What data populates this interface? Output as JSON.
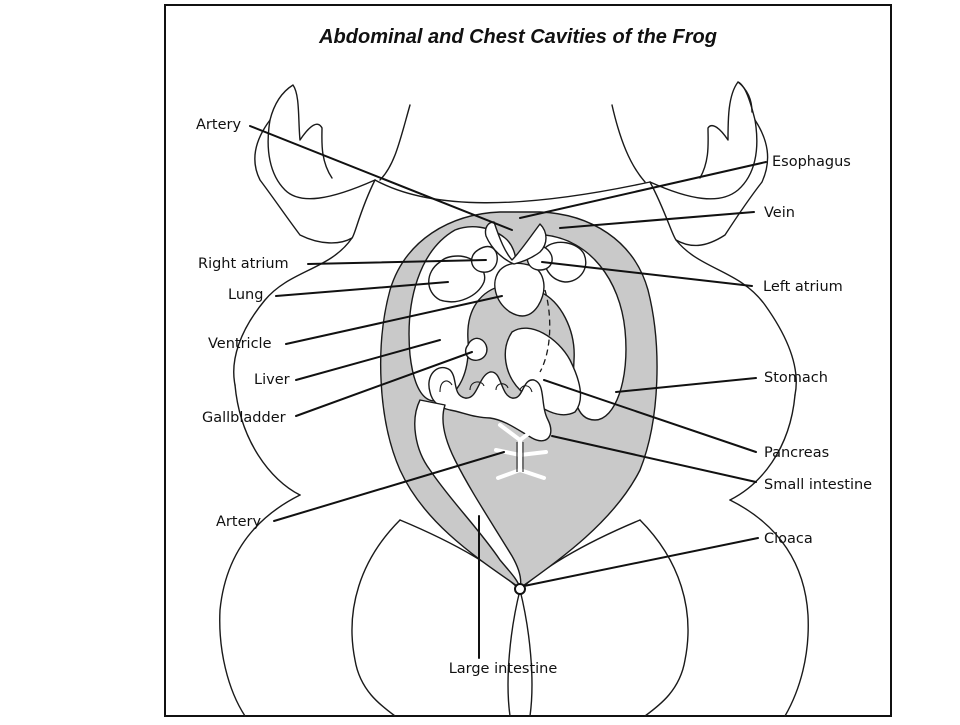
{
  "diagram": {
    "title": "Abdominal and Chest Cavities of the Frog",
    "colors": {
      "cavity_fill": "#c9c9c9",
      "line": "#1a1a1a",
      "background": "#ffffff"
    },
    "labels_left": {
      "artery_top": "Artery",
      "right_atrium": "Right atrium",
      "lung": "Lung",
      "ventricle": "Ventricle",
      "liver": "Liver",
      "gallbladder": "Gallbladder",
      "artery_bottom": "Artery"
    },
    "labels_right": {
      "esophagus": "Esophagus",
      "vein": "Vein",
      "left_atrium": "Left atrium",
      "stomach": "Stomach",
      "pancreas": "Pancreas",
      "small_intestine": "Small intestine",
      "cloaca": "Cloaca"
    },
    "labels_bottom": {
      "large_intestine": "Large intestine"
    }
  }
}
